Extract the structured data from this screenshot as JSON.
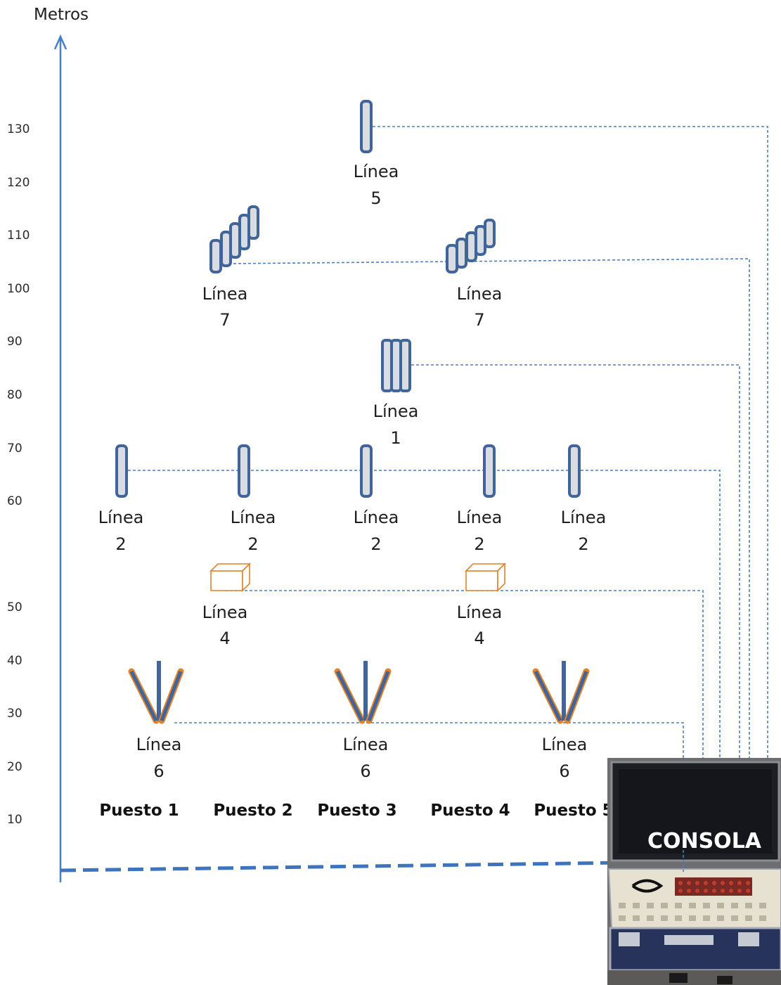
{
  "axis": {
    "title": "Metros",
    "ticks": [
      "130",
      "120",
      "110",
      "100",
      "90",
      "80",
      "70",
      "60",
      "50",
      "40",
      "30",
      "20",
      "10"
    ]
  },
  "lineas": {
    "l5": {
      "word": "Línea",
      "num": "5"
    },
    "l7a": {
      "word": "Línea",
      "num": "7"
    },
    "l7b": {
      "word": "Línea",
      "num": "7"
    },
    "l1": {
      "word": "Línea",
      "num": "1"
    },
    "l2a": {
      "word": "Línea",
      "num": "2"
    },
    "l2b": {
      "word": "Línea",
      "num": "2"
    },
    "l2c": {
      "word": "Línea",
      "num": "2"
    },
    "l2d": {
      "word": "Línea",
      "num": "2"
    },
    "l2e": {
      "word": "Línea",
      "num": "2"
    },
    "l4a": {
      "word": "Línea",
      "num": "4"
    },
    "l4b": {
      "word": "Línea",
      "num": "4"
    },
    "l6a": {
      "word": "Línea",
      "num": "6"
    },
    "l6b": {
      "word": "Línea",
      "num": "6"
    },
    "l6c": {
      "word": "Línea",
      "num": "6"
    }
  },
  "puestos": [
    "Puesto 1",
    "Puesto 2",
    "Puesto 3",
    "Puesto 4",
    "Puesto 5"
  ],
  "consola": {
    "label": "CONSOLA"
  },
  "colors": {
    "axis": "#4a7fc4",
    "tube_stroke": "#41649b",
    "tube_fill": "#d9dde3",
    "box": "#e0832a"
  }
}
